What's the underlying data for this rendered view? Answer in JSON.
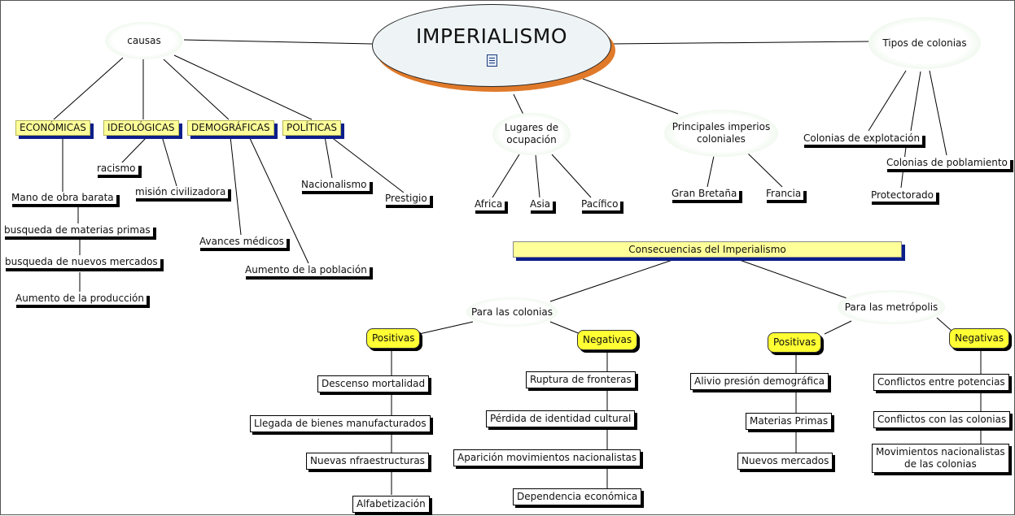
{
  "title": "IMPERIALISMO",
  "causes": {
    "label": "causas",
    "categories": [
      "ECONÓMICAS",
      "IDEOLÓGICAS",
      "DEMOGRÁFICAS",
      "POLÍTICAS"
    ],
    "economicas": [
      "Mano de obra barata",
      "busqueda de materias primas",
      "busqueda de nuevos mercados",
      "Aumento de la producción"
    ],
    "ideologicas": [
      "racismo",
      "misión civilizadora"
    ],
    "demograficas": [
      "Avances médicos",
      "Aumento de la población"
    ],
    "politicas": [
      "Nacionalismo",
      "Prestigio"
    ]
  },
  "places": {
    "label": "Lugares de\nocupación",
    "items": [
      "Africa",
      "Asia",
      "Pacífico"
    ]
  },
  "empires": {
    "label": "Principales imperios\ncoloniales",
    "items": [
      "Gran Bretaña",
      "Francia"
    ]
  },
  "colony_types": {
    "label": "Tipos de colonias",
    "items": [
      "Colonias de explotación",
      "Colonias de poblamiento",
      "Protectorado"
    ]
  },
  "consequences": {
    "label": "Consecuencias del Imperialismo",
    "colonies": {
      "label": "Para las colonias",
      "positive_label": "Positivas",
      "negative_label": "Negativas",
      "positive": [
        "Descenso mortalidad",
        "Llegada de bienes manufacturados",
        "Nuevas nfraestructuras",
        "Alfabetización"
      ],
      "negative": [
        "Ruptura de fronteras",
        "Pérdida de identidad cultural",
        "Aparición movimientos nacionalistas",
        "Dependencia económica"
      ]
    },
    "metropolis": {
      "label": "Para las metrópolis",
      "positive_label": "Positivas",
      "negative_label": "Negativas",
      "positive": [
        "Alivio presión demográfica",
        "Materias Primas",
        "Nuevos mercados"
      ],
      "negative": [
        "Conflictos entre potencias",
        "Conflictos con las colonias",
        "Movimientos nacionalistas\nde las colonias"
      ]
    }
  },
  "colors": {
    "main_shadow": "#e07a2a",
    "label_box": "#ffff99",
    "pill": "#ffff33",
    "box_shadow_blue": "#0b1e8a",
    "ellipse_glow": "#d5edd2"
  },
  "icons": [
    "document-icon"
  ]
}
